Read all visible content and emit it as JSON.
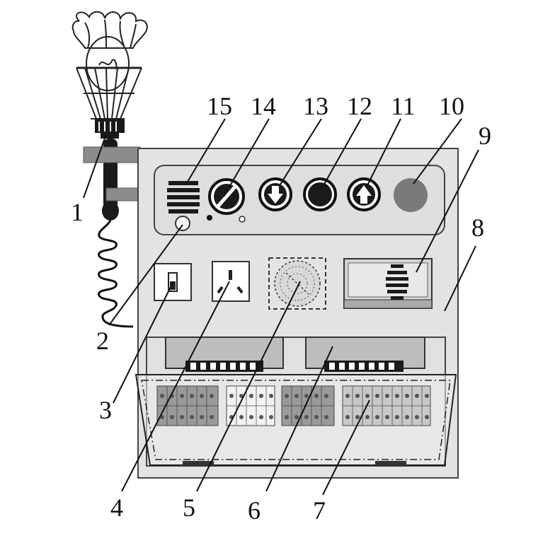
{
  "callouts": {
    "n1": "1",
    "n2": "2",
    "n3": "3",
    "n4": "4",
    "n5": "5",
    "n6": "6",
    "n7": "7",
    "n8": "8",
    "n9": "9",
    "n10": "10",
    "n11": "11",
    "n12": "12",
    "n13": "13",
    "n14": "14",
    "n15": "15"
  },
  "colors": {
    "panel": "#e3e3e3",
    "frame": "#555555",
    "dark": "#222222",
    "terminal": "#9a9a9a",
    "indicator": "#7a7a7a"
  }
}
